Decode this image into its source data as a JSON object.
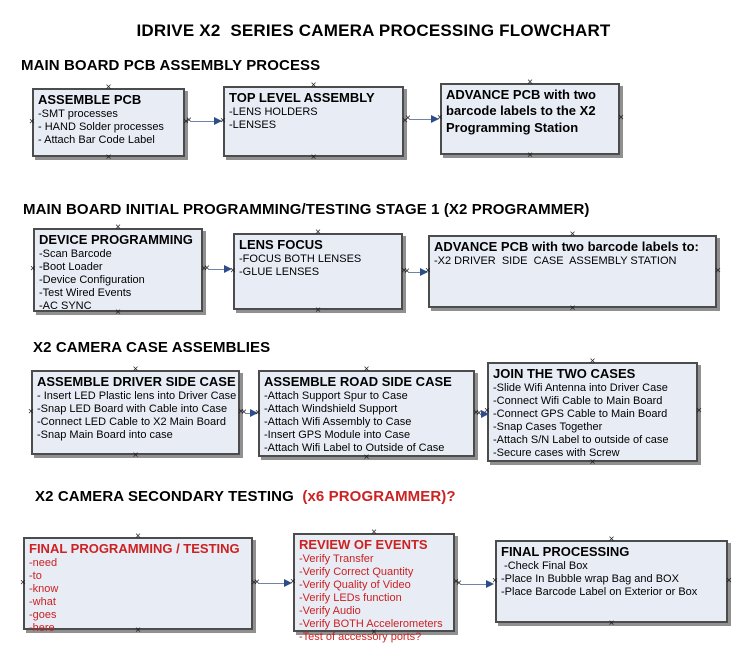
{
  "title": "IDRIVE X2  SERIES CAMERA PROCESSING FLOWCHART",
  "icons": {
    "handle": "×",
    "arrow_head": "right-arrowhead"
  },
  "colors": {
    "box_fill": "#e7ecf5",
    "box_border": "#4c4c4c",
    "box_shadow": "#909090",
    "arrow_line": "#6e84aa",
    "arrow_head": "#2c4c8c",
    "red_text": "#cc2222"
  },
  "sections": [
    {
      "heading": "MAIN BOARD PCB ASSEMBLY PROCESS",
      "boxes": [
        {
          "title": "ASSEMBLE PCB",
          "items": [
            "-SMT processes",
            "- HAND Solder processes",
            "- Attach Bar Code Label"
          ]
        },
        {
          "title": "TOP LEVEL ASSEMBLY",
          "items": [
            "-LENS HOLDERS",
            "-LENSES"
          ]
        },
        {
          "title": "ADVANCE PCB with two barcode labels to the X2 Programming Station",
          "items": []
        }
      ]
    },
    {
      "heading": "MAIN BOARD INITIAL PROGRAMMING/TESTING STAGE 1 (X2 PROGRAMMER)",
      "boxes": [
        {
          "title": "DEVICE PROGRAMMING",
          "items": [
            "-Scan Barcode",
            "-Boot Loader",
            "-Device Configuration",
            "-Test Wired Events",
            "-AC SYNC"
          ]
        },
        {
          "title": "LENS FOCUS",
          "items": [
            "-FOCUS BOTH LENSES",
            "-GLUE LENSES"
          ]
        },
        {
          "title": "ADVANCE PCB with two barcode labels to:",
          "items": [
            "-X2 DRIVER  SIDE  CASE  ASSEMBLY STATION"
          ]
        }
      ]
    },
    {
      "heading": "X2 CAMERA CASE ASSEMBLIES",
      "boxes": [
        {
          "title": "ASSEMBLE DRIVER SIDE CASE",
          "items": [
            "- Insert LED Plastic lens into Driver Case",
            "-Snap LED Board with Cable into Case",
            "-Connect LED Cable to X2 Main Board",
            "-Snap Main Board into case"
          ]
        },
        {
          "title": "ASSEMBLE ROAD SIDE CASE",
          "items": [
            "-Attach Support Spur to Case",
            "-Attach Windshield Support",
            "-Attach Wifi Assembly to Case",
            "-Insert GPS Module into Case",
            "-Attach Wifi Label to Outside of Case"
          ]
        },
        {
          "title": "JOIN THE TWO CASES",
          "items": [
            "-Slide Wifi Antenna into Driver Case",
            "-Connect Wifi Cable to Main Board",
            "-Connect GPS Cable to Main Board",
            "-Snap Cases Together",
            "-Attach S/N Label to outside of case",
            "-Secure cases with Screw"
          ]
        }
      ]
    },
    {
      "heading": "X2 CAMERA SECONDARY TESTING  ",
      "heading_red": "(x6 PROGRAMMER)?",
      "boxes": [
        {
          "title": "FINAL PROGRAMMING / TESTING",
          "items": [
            "-need",
            "-to",
            "-know",
            "-what",
            "-goes",
            "-here"
          ]
        },
        {
          "title": "REVIEW OF EVENTS",
          "items": [
            "-Verify Transfer",
            "-Verify Correct Quantity",
            "-Verify Quality of Video",
            "-Verify LEDs function",
            "-Verify Audio",
            "-Verify BOTH Accelerometers",
            "-Test of accessory ports?"
          ]
        },
        {
          "title": "FINAL PROCESSING",
          "items": [
            " -Check Final Box",
            "-Place In Bubble wrap Bag and BOX",
            "-Place Barcode Label on Exterior or Box"
          ]
        }
      ]
    }
  ]
}
